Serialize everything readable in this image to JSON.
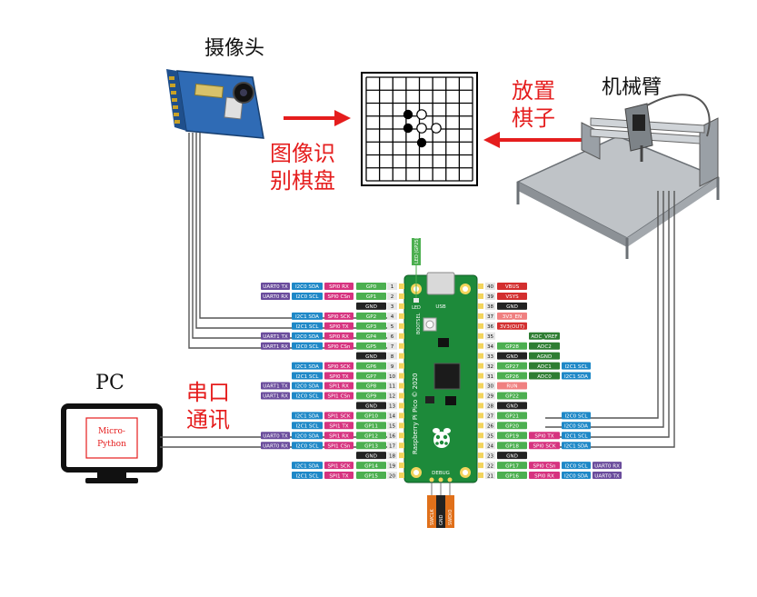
{
  "labels": {
    "camera": "摄像头",
    "robot_arm": "机械臂",
    "recognize_line1": "图像识",
    "recognize_line2": "别棋盘",
    "place_line1": "放置",
    "place_line2": "棋子",
    "serial_line1": "串口",
    "serial_line2": "通讯",
    "pc": "PC",
    "micropython_line1": "Micro-",
    "micropython_line2": "Python"
  },
  "colors": {
    "arrow_red": "#e51d1d",
    "board_green": "#1d8a3a",
    "gnd": "#222222",
    "gp": "#4caf50",
    "uart": "#6a4c9c",
    "i2c": "#1e88c7",
    "spi": "#d6337f",
    "power": "#d32f2f",
    "adc": "#2e7d32",
    "run": "#f08080"
  },
  "pico": {
    "led_label": "LED (GP25)",
    "usb_label": "USB",
    "led_board_label": "LED",
    "bootsel_label": "BOOTSEL",
    "brand": "Raspberry Pi Pico © 2020",
    "debug_label": "DEBUG",
    "debug_pins": [
      "SWCLK",
      "GND",
      "SWDIO"
    ],
    "left_pins": [
      {
        "num": "1",
        "gp": "GP0",
        "spi": "SPI0 RX",
        "i2c": "I2C0 SDA",
        "uart": "UART0 TX"
      },
      {
        "num": "2",
        "gp": "GP1",
        "spi": "SPI0 CSn",
        "i2c": "I2C0 SCL",
        "uart": "UART0 RX"
      },
      {
        "num": "3",
        "gp": "GND",
        "spi": "",
        "i2c": "",
        "uart": ""
      },
      {
        "num": "4",
        "gp": "GP2",
        "spi": "SPI0 SCK",
        "i2c": "I2C1 SDA",
        "uart": ""
      },
      {
        "num": "5",
        "gp": "GP3",
        "spi": "SPI0 TX",
        "i2c": "I2C1 SCL",
        "uart": ""
      },
      {
        "num": "6",
        "gp": "GP4",
        "spi": "SPI0 RX",
        "i2c": "I2C0 SDA",
        "uart": "UART1 TX"
      },
      {
        "num": "7",
        "gp": "GP5",
        "spi": "SPI0 CSn",
        "i2c": "I2C0 SCL",
        "uart": "UART1 RX"
      },
      {
        "num": "8",
        "gp": "GND",
        "spi": "",
        "i2c": "",
        "uart": ""
      },
      {
        "num": "9",
        "gp": "GP6",
        "spi": "SPI0 SCK",
        "i2c": "I2C1 SDA",
        "uart": ""
      },
      {
        "num": "10",
        "gp": "GP7",
        "spi": "SPI0 TX",
        "i2c": "I2C1 SCL",
        "uart": ""
      },
      {
        "num": "11",
        "gp": "GP8",
        "spi": "SPI1 RX",
        "i2c": "I2C0 SDA",
        "uart": "UART1 TX"
      },
      {
        "num": "12",
        "gp": "GP9",
        "spi": "SPI1 CSn",
        "i2c": "I2C0 SCL",
        "uart": "UART1 RX"
      },
      {
        "num": "13",
        "gp": "GND",
        "spi": "",
        "i2c": "",
        "uart": ""
      },
      {
        "num": "14",
        "gp": "GP10",
        "spi": "SPI1 SCK",
        "i2c": "I2C1 SDA",
        "uart": ""
      },
      {
        "num": "15",
        "gp": "GP11",
        "spi": "SPI1 TX",
        "i2c": "I2C1 SCL",
        "uart": ""
      },
      {
        "num": "16",
        "gp": "GP12",
        "spi": "SPI1 RX",
        "i2c": "I2C0 SDA",
        "uart": "UART0 TX"
      },
      {
        "num": "17",
        "gp": "GP13",
        "spi": "SPI1 CSn",
        "i2c": "I2C0 SCL",
        "uart": "UART0 RX"
      },
      {
        "num": "18",
        "gp": "GND",
        "spi": "",
        "i2c": "",
        "uart": ""
      },
      {
        "num": "19",
        "gp": "GP14",
        "spi": "SPI1 SCK",
        "i2c": "I2C1 SDA",
        "uart": ""
      },
      {
        "num": "20",
        "gp": "GP15",
        "spi": "SPI1 TX",
        "i2c": "I2C1 SCL",
        "uart": ""
      }
    ],
    "right_pins": [
      {
        "num": "40",
        "gp": "VBUS",
        "kind": "power",
        "a1": "",
        "a2": "",
        "a3": ""
      },
      {
        "num": "39",
        "gp": "VSYS",
        "kind": "power",
        "a1": "",
        "a2": "",
        "a3": ""
      },
      {
        "num": "38",
        "gp": "GND",
        "kind": "gnd",
        "a1": "",
        "a2": "",
        "a3": ""
      },
      {
        "num": "37",
        "gp": "3V3_EN",
        "kind": "run",
        "a1": "",
        "a2": "",
        "a3": ""
      },
      {
        "num": "36",
        "gp": "3V3(OUT)",
        "kind": "power",
        "a1": "",
        "a2": "",
        "a3": ""
      },
      {
        "num": "35",
        "gp": "",
        "kind": "none",
        "a1": "ADC_VREF",
        "a2": "",
        "a3": ""
      },
      {
        "num": "34",
        "gp": "GP28",
        "kind": "gp",
        "a1": "ADC2",
        "a2": "",
        "a3": ""
      },
      {
        "num": "33",
        "gp": "GND",
        "kind": "gnd",
        "a1": "AGND",
        "a2": "",
        "a3": ""
      },
      {
        "num": "32",
        "gp": "GP27",
        "kind": "gp",
        "a1": "ADC1",
        "a2": "I2C1 SCL",
        "a3": ""
      },
      {
        "num": "31",
        "gp": "GP26",
        "kind": "gp",
        "a1": "ADC0",
        "a2": "I2C1 SDA",
        "a3": ""
      },
      {
        "num": "30",
        "gp": "RUN",
        "kind": "run",
        "a1": "",
        "a2": "",
        "a3": ""
      },
      {
        "num": "29",
        "gp": "GP22",
        "kind": "gp",
        "a1": "",
        "a2": "",
        "a3": ""
      },
      {
        "num": "28",
        "gp": "GND",
        "kind": "gnd",
        "a1": "",
        "a2": "",
        "a3": ""
      },
      {
        "num": "27",
        "gp": "GP21",
        "kind": "gp",
        "a1": "",
        "a2": "I2C0 SCL",
        "a3": ""
      },
      {
        "num": "26",
        "gp": "GP20",
        "kind": "gp",
        "a1": "",
        "a2": "I2C0 SDA",
        "a3": ""
      },
      {
        "num": "25",
        "gp": "GP19",
        "kind": "gp",
        "a1": "SPI0 TX",
        "a2": "I2C1 SCL",
        "a3": ""
      },
      {
        "num": "24",
        "gp": "GP18",
        "kind": "gp",
        "a1": "SPI0 SCK",
        "a2": "I2C1 SDA",
        "a3": ""
      },
      {
        "num": "23",
        "gp": "GND",
        "kind": "gnd",
        "a1": "",
        "a2": "",
        "a3": ""
      },
      {
        "num": "22",
        "gp": "GP17",
        "kind": "gp",
        "a1": "SPI0 CSn",
        "a2": "I2C0 SCL",
        "a3": "UART0 RX"
      },
      {
        "num": "21",
        "gp": "GP16",
        "kind": "gp",
        "a1": "SPI0 RX",
        "a2": "I2C0 SDA",
        "a3": "UART0 TX"
      }
    ]
  }
}
